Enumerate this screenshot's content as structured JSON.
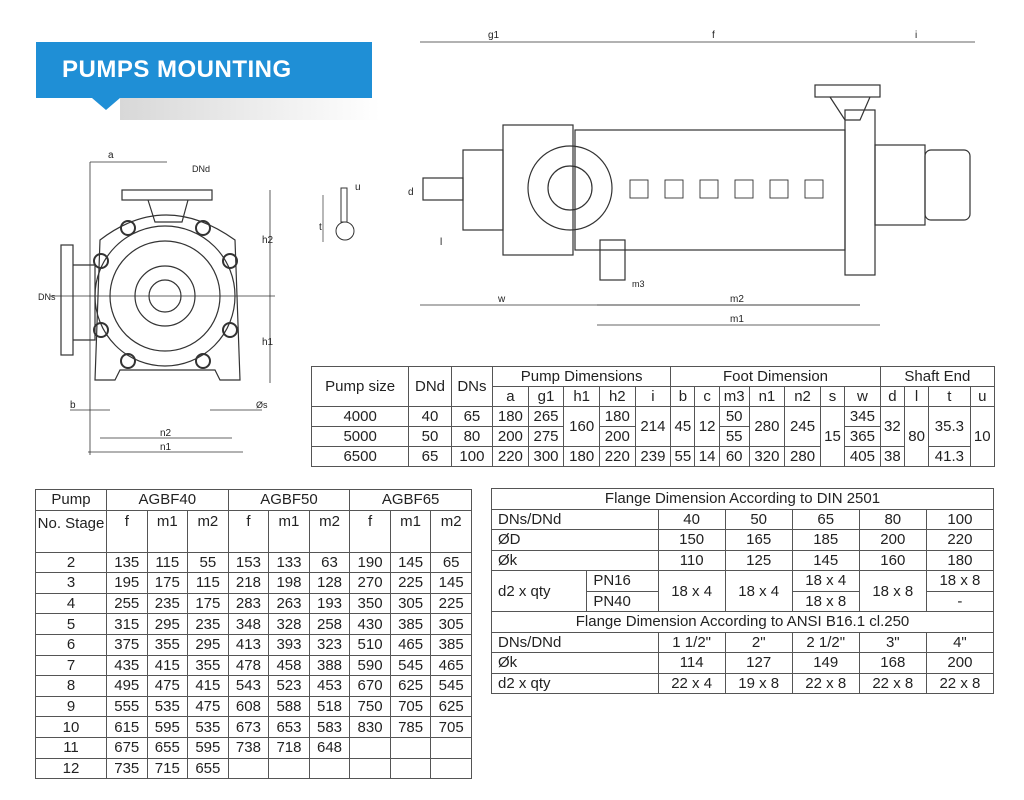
{
  "header": {
    "title": "PUMPS MOUNTING"
  },
  "front_view_labels": {
    "a": "a",
    "dnd": "DNd",
    "h2": "h2",
    "dns": "DNs",
    "h1": "h1",
    "b": "b",
    "s": "Øs",
    "n2": "n2",
    "n1": "n1"
  },
  "shaft_labels": {
    "u": "u",
    "t": "t"
  },
  "side_view_labels": {
    "g1": "g1",
    "f": "f",
    "i": "i",
    "d": "d",
    "l": "l",
    "m3": "m3",
    "w": "w",
    "m2": "m2",
    "m1": "m1"
  },
  "dims": {
    "h": {
      "pump_size": "Pump size",
      "dnd": "DNd",
      "dns": "DNs",
      "pump_dim": "Pump Dimensions",
      "foot_dim": "Foot Dimension",
      "shaft_end": "Shaft End",
      "a": "a",
      "g1": "g1",
      "h1": "h1",
      "h2": "h2",
      "i": "i",
      "b": "b",
      "c": "c",
      "m3": "m3",
      "n1": "n1",
      "n2": "n2",
      "s": "s",
      "w": "w",
      "d": "d",
      "l": "l",
      "t": "t",
      "u": "u"
    },
    "r4000": {
      "size": "4000",
      "dnd": "40",
      "dns": "65",
      "a": "180",
      "g1": "265",
      "h2": "180",
      "m3": "50",
      "w": "345",
      "t": "35.3"
    },
    "r5000": {
      "size": "5000",
      "dnd": "50",
      "dns": "80",
      "a": "200",
      "g1": "275",
      "h2": "200",
      "m3": "55",
      "w": "365"
    },
    "shared45": {
      "h1": "160",
      "i": "214",
      "b": "45",
      "c": "12",
      "n1": "280",
      "n2": "245",
      "d": "32"
    },
    "shared_all": {
      "s": "15",
      "l": "80",
      "u": "10"
    },
    "r6500": {
      "size": "6500",
      "dnd": "65",
      "dns": "100",
      "a": "220",
      "g1": "300",
      "h1": "180",
      "h2": "220",
      "i": "239",
      "b": "55",
      "c": "14",
      "m3": "60",
      "n1": "320",
      "n2": "280",
      "w": "405",
      "d": "38",
      "t": "41.3"
    }
  },
  "stages": {
    "h1": [
      "Pump",
      "AGBF40",
      "AGBF50",
      "AGBF65"
    ],
    "h2": [
      "No. Stage",
      "f",
      "m1",
      "m2",
      "f",
      "m1",
      "m2",
      "f",
      "m1",
      "m2"
    ],
    "rows": [
      [
        "2",
        "135",
        "115",
        "55",
        "153",
        "133",
        "63",
        "190",
        "145",
        "65"
      ],
      [
        "3",
        "195",
        "175",
        "115",
        "218",
        "198",
        "128",
        "270",
        "225",
        "145"
      ],
      [
        "4",
        "255",
        "235",
        "175",
        "283",
        "263",
        "193",
        "350",
        "305",
        "225"
      ],
      [
        "5",
        "315",
        "295",
        "235",
        "348",
        "328",
        "258",
        "430",
        "385",
        "305"
      ],
      [
        "6",
        "375",
        "355",
        "295",
        "413",
        "393",
        "323",
        "510",
        "465",
        "385"
      ],
      [
        "7",
        "435",
        "415",
        "355",
        "478",
        "458",
        "388",
        "590",
        "545",
        "465"
      ],
      [
        "8",
        "495",
        "475",
        "415",
        "543",
        "523",
        "453",
        "670",
        "625",
        "545"
      ],
      [
        "9",
        "555",
        "535",
        "475",
        "608",
        "588",
        "518",
        "750",
        "705",
        "625"
      ],
      [
        "10",
        "615",
        "595",
        "535",
        "673",
        "653",
        "583",
        "830",
        "785",
        "705"
      ],
      [
        "11",
        "675",
        "655",
        "595",
        "738",
        "718",
        "648",
        "",
        "",
        ""
      ],
      [
        "12",
        "735",
        "715",
        "655",
        "",
        "",
        "",
        "",
        "",
        ""
      ]
    ]
  },
  "flange": {
    "din_title": "Flange Dimension According to DIN 2501",
    "din_dn": [
      "DNs/DNd",
      "40",
      "50",
      "65",
      "80",
      "100"
    ],
    "din_D": [
      "ØD",
      "150",
      "165",
      "185",
      "200",
      "220"
    ],
    "din_k": [
      "Øk",
      "110",
      "125",
      "145",
      "160",
      "180"
    ],
    "d2": "d2 x qty",
    "pn16": "PN16",
    "pn40": "PN40",
    "d2_40": "18 x 4",
    "d2_50": "18 x 4",
    "d2_65_pn16": "18 x 4",
    "d2_65_pn40": "18 x 8",
    "d2_80": "18 x 8",
    "d2_100_pn16": "18 x 8",
    "d2_100_pn40": "-",
    "ansi_title": "Flange Dimension According to ANSI B16.1 cl.250",
    "ansi_dn": [
      "DNs/DNd",
      "1 1/2\"",
      "2\"",
      "2 1/2\"",
      "3\"",
      "4\""
    ],
    "ansi_k": [
      "Øk",
      "114",
      "127",
      "149",
      "168",
      "200"
    ],
    "ansi_d2": [
      "d2 x qty",
      "22 x 4",
      "19 x 8",
      "22 x 8",
      "22 x 8",
      "22 x 8"
    ]
  }
}
